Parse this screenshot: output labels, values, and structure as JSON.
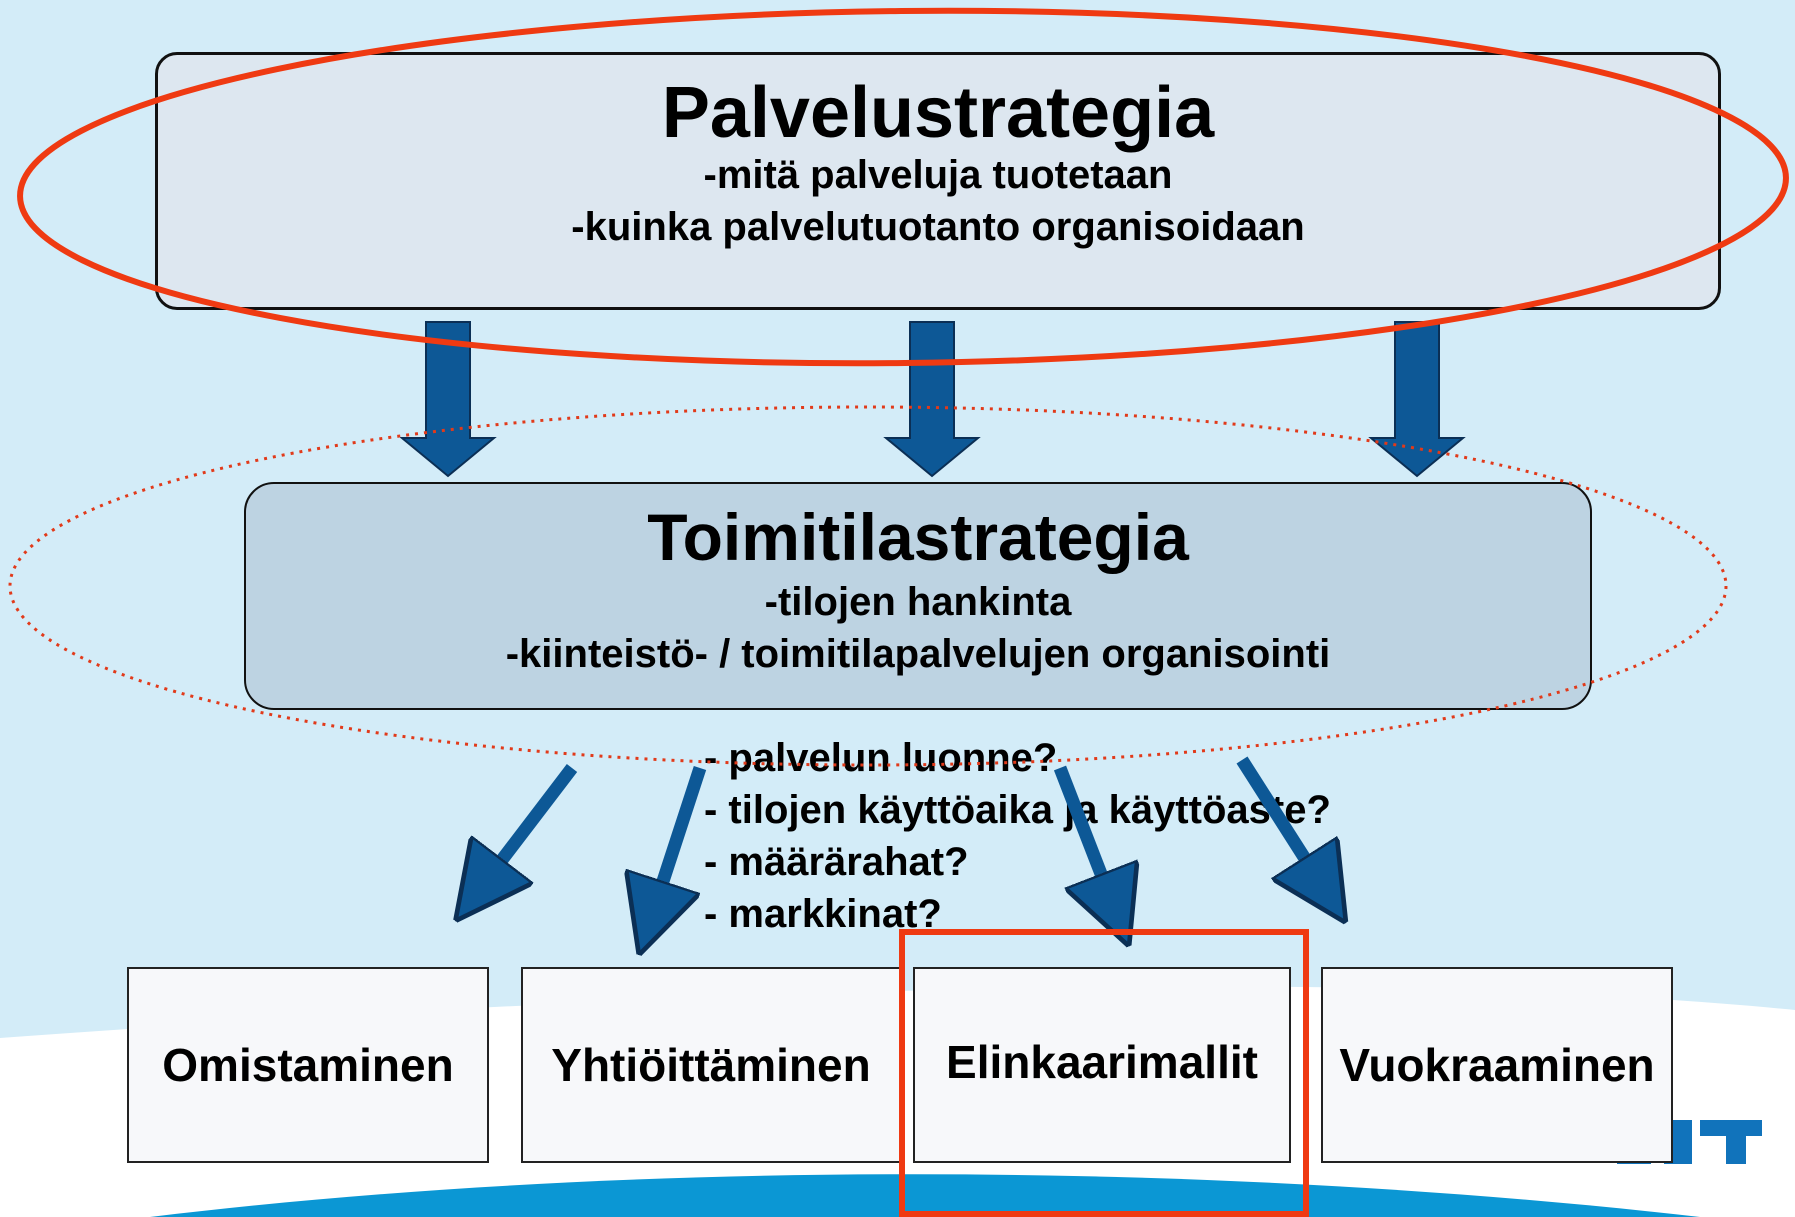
{
  "top": {
    "title": "Palvelustrategia",
    "line1": "-mitä palveluja tuotetaan",
    "line2": "-kuinka palvelutuotanto organisoidaan"
  },
  "middle": {
    "title": "Toimitilastrategia",
    "line1": "-tilojen hankinta",
    "line2": "-kiinteistö- / toimitilapalvelujen organisointi"
  },
  "questions": [
    "- palvelun luonne?",
    "- tilojen käyttöaika ja käyttöaste?",
    "- määrärahat?",
    "- markkinat?"
  ],
  "options": [
    "Omistaminen",
    "Yhtiöittäminen",
    "Elinkaarimallit",
    "Vuokraaminen"
  ],
  "colors": {
    "background": "#d3ecf8",
    "arrow": "#0d5896",
    "highlight": "#ef3a12",
    "wave": "#0b97d4"
  }
}
